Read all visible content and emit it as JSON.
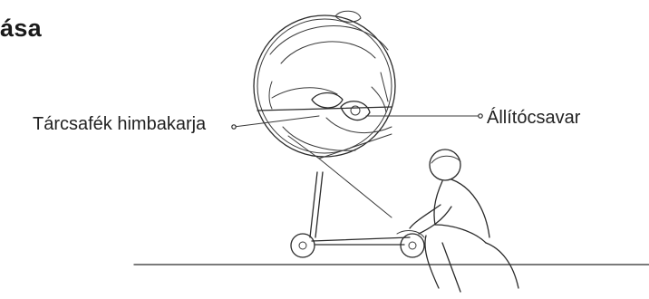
{
  "heading": "ása",
  "callouts": {
    "left": "Tárcsafék himbakarja",
    "right": "Állítócsavar"
  },
  "colors": {
    "line": "#2a2a2a",
    "background": "#ffffff"
  }
}
